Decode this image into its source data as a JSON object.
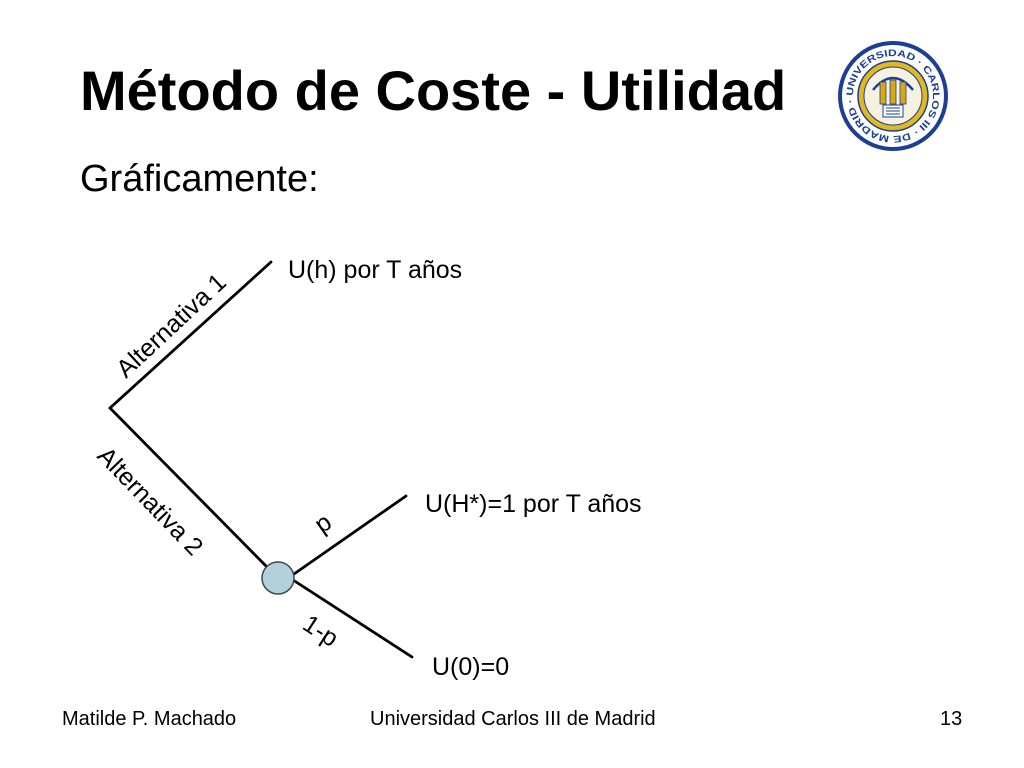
{
  "slide": {
    "title": "Método de Coste - Utilidad",
    "subtitle": "Gráficamente:"
  },
  "logo": {
    "icon": "university-seal-icon",
    "text": "UNIVERSIDAD · CARLOS III · DE MADRID ·",
    "colors": {
      "ring": "#1d3f93",
      "gold": "#e2b91c"
    }
  },
  "tree": {
    "alternative_1": {
      "label": "Alternativa 1",
      "outcome": "U(h) por T años"
    },
    "alternative_2": {
      "label": "Alternativa 2",
      "chance_node": {
        "fill": "#b3d1da",
        "branch_p": {
          "label": "p",
          "outcome": "U(H*)=1 por T años"
        },
        "branch_1_minus_p": {
          "label": "1-p",
          "outcome": "U(0)=0"
        }
      }
    }
  },
  "footer": {
    "author": "Matilde P. Machado",
    "institution": "Universidad Carlos III de Madrid",
    "page_number": "13"
  }
}
